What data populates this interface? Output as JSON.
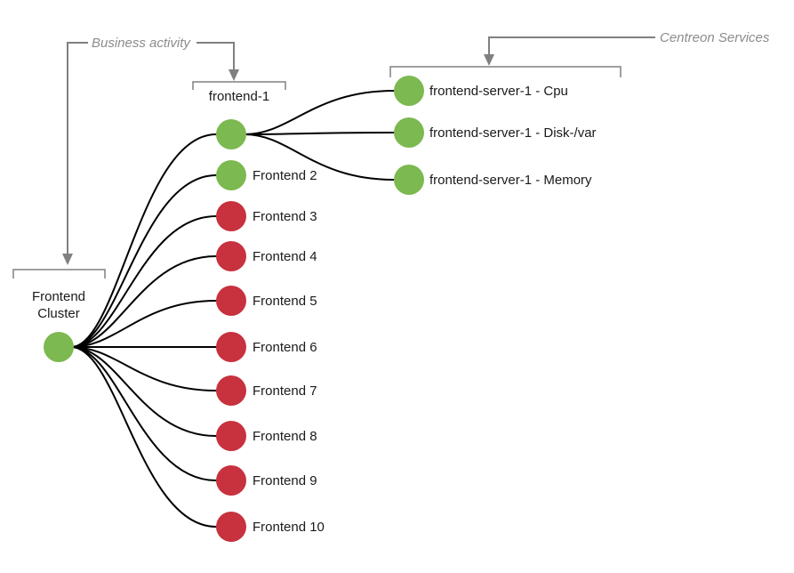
{
  "colors": {
    "ok": "#7CB950",
    "critical": "#C8313E",
    "edge": "#000000",
    "annotation": "#808080",
    "annotation_text": "#8C8C8C",
    "label_text": "#1A1A1A"
  },
  "annotations": {
    "business_activity": {
      "label": "Business activity"
    },
    "centreon_services": {
      "label": "Centreon Services"
    }
  },
  "tree": {
    "root": {
      "label_lines": [
        "Frontend",
        "Cluster"
      ],
      "status": "ok"
    },
    "hosts": [
      {
        "label": "frontend-1",
        "status": "ok"
      },
      {
        "label": "Frontend 2",
        "status": "ok"
      },
      {
        "label": "Frontend 3",
        "status": "critical"
      },
      {
        "label": "Frontend 4",
        "status": "critical"
      },
      {
        "label": "Frontend 5",
        "status": "critical"
      },
      {
        "label": "Frontend 6",
        "status": "critical"
      },
      {
        "label": "Frontend 7",
        "status": "critical"
      },
      {
        "label": "Frontend 8",
        "status": "critical"
      },
      {
        "label": "Frontend 9",
        "status": "critical"
      },
      {
        "label": "Frontend 10",
        "status": "critical"
      }
    ],
    "services": [
      {
        "label": "frontend-server-1 - Cpu",
        "status": "ok"
      },
      {
        "label": "frontend-server-1 - Disk-/var",
        "status": "ok"
      },
      {
        "label": "frontend-server-1 - Memory",
        "status": "ok"
      }
    ]
  }
}
